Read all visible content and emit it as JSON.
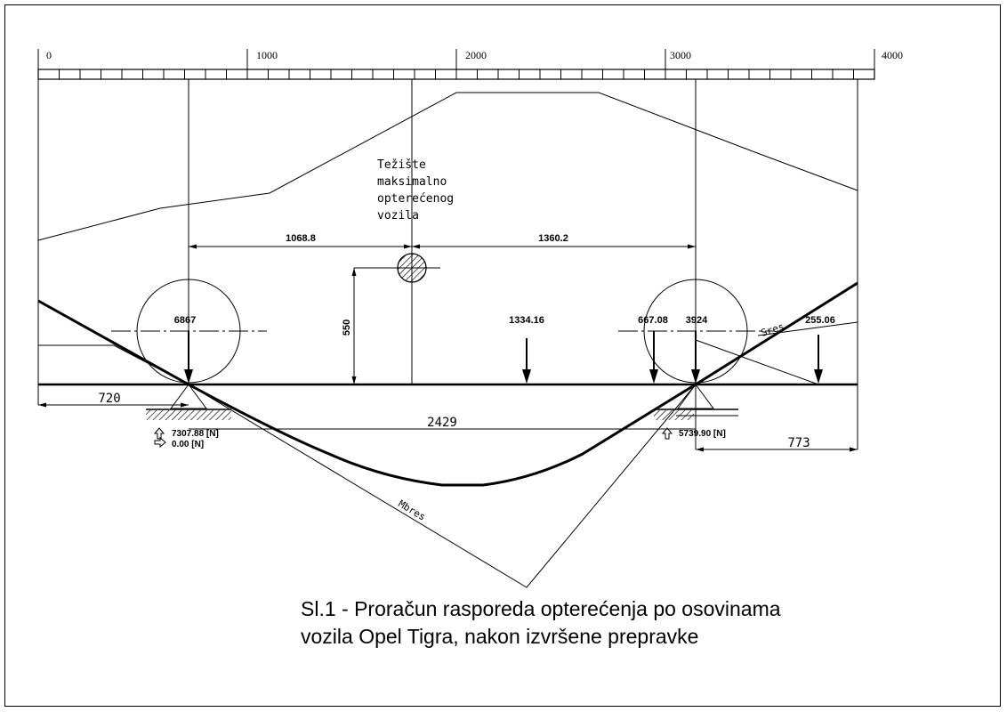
{
  "ruler": {
    "labels": [
      "0",
      "1000",
      "2000",
      "3000",
      "4000"
    ]
  },
  "center_of_gravity": {
    "lines": [
      "Težište",
      "maksimalno",
      "opterećenog",
      "vozila"
    ]
  },
  "dimensions": {
    "front_to_cog": "1068.8",
    "cog_to_rear": "1360.2",
    "cog_height": "550",
    "front_overhang": "720",
    "wheelbase": "2429",
    "rear_overhang": "773"
  },
  "loads": {
    "front_axle": "6867",
    "middle": "1334.16",
    "rear_left": "667.08",
    "rear_axle": "3924",
    "rear_overhang": "255.06"
  },
  "reactions": {
    "front_vertical": "7307.88 [N]",
    "front_horizontal": "0.00 [N]",
    "rear_vertical": "5739.90 [N]"
  },
  "diagram_labels": {
    "shear": "Sres",
    "moment": "Mbres"
  },
  "caption": {
    "line1": "Sl.1 - Proračun rasporeda opterećenja po osovinama",
    "line2": "vozila Opel Tigra, nakon izvršene prepravke"
  }
}
